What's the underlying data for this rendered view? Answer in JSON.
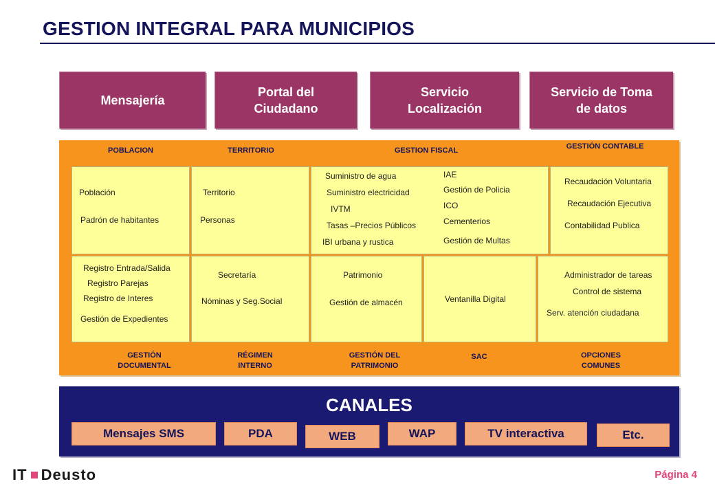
{
  "title": "GESTION INTEGRAL PARA MUNICIPIOS",
  "services": [
    {
      "label": "Mensajería"
    },
    {
      "label": "Portal del Ciudadano"
    },
    {
      "label": "Servicio Localización"
    },
    {
      "label": "Servicio de Toma de datos"
    }
  ],
  "top_sections": {
    "poblacion": "POBLACION",
    "territorio": "TERRITORIO",
    "gestion_fiscal": "GESTION  FISCAL",
    "gestion_contable": "GESTIÓN  CONTABLE"
  },
  "bottom_sections": {
    "gestion_documental": "GESTIÓN DOCUMENTAL",
    "regimen_interno": "RÉGIMEN INTERNO",
    "gestion_patrimonio": "GESTIÓN  DEL PATRIMONIO",
    "sac": "SAC",
    "opciones_comunes": "OPCIONES COMUNES"
  },
  "cells": {
    "poblacion": [
      "Población",
      "Padrón de habitantes"
    ],
    "territorio": [
      "Territorio",
      "Personas"
    ],
    "fiscal_left": [
      "Suministro de agua",
      "Suministro electricidad",
      "IVTM",
      "Tasas –Precios Públicos",
      "IBI urbana  y rustica"
    ],
    "fiscal_right": [
      "IAE",
      "Gestión de Policia",
      "ICO",
      "Cementerios",
      "Gestión de Multas"
    ],
    "contable": [
      "Recaudación Voluntaria",
      "Recaudación Ejecutiva",
      "Contabilidad Publica"
    ],
    "documental": [
      "Registro  Entrada/Salida",
      "Registro  Parejas",
      "Registro de Interes",
      "Gestión de Expedientes"
    ],
    "regimen": [
      "Secretaría",
      "Nóminas y Seg.Social"
    ],
    "patrimonio": [
      "Patrimonio",
      "Gestión de almacén"
    ],
    "sac": [
      "Ventanilla Digital"
    ],
    "comunes": [
      "Administrador de tareas",
      "Control de sistema",
      "Serv. atención ciudadana"
    ]
  },
  "canales": {
    "title": "CANALES",
    "channels": [
      "Mensajes SMS",
      "PDA",
      "WEB",
      "WAP",
      "TV interactiva",
      "Etc."
    ]
  },
  "footer": {
    "logo_left": "IT",
    "logo_right": "Deusto",
    "page": "Página 4"
  },
  "colors": {
    "service_box": "#9b3565",
    "frame": "#f7941d",
    "cell": "#ffff99",
    "canales": "#1a1a73",
    "channel": "#f2a97d",
    "page_number": "#e0457b"
  }
}
